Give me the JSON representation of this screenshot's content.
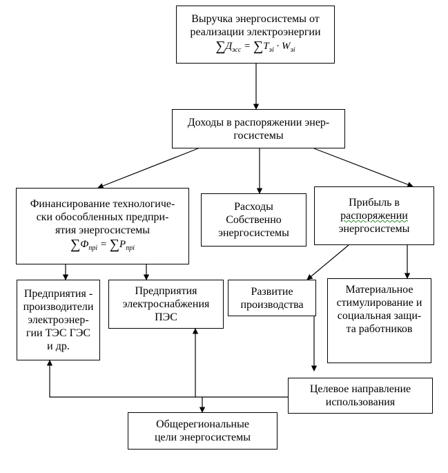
{
  "boxes": {
    "revenue": {
      "line1": "Выручка энергосистемы от",
      "line2": "реализации электроэнергии",
      "formula": {
        "sigma": "∑",
        "lhs": "Д",
        "lhs_sub": "эсс",
        "eq": " = ",
        "rhs_a": "Т",
        "rhs_a_sub": "эi",
        "dot": " · ",
        "rhs_b": "W",
        "rhs_b_sub": "эi"
      }
    },
    "income": {
      "line1": "Доходы в распоряжении энер-",
      "line2": "госистемы"
    },
    "financing": {
      "line1": "Финансирование технологиче-",
      "line2": "ски обособленных предпри-",
      "line3": "ятия энергосистемы",
      "formula": {
        "sigma": "∑",
        "lhs": "Ф",
        "lhs_sub": "пpi",
        "eq": " = ",
        "rhs": "P",
        "rhs_sub": "пpi"
      }
    },
    "expenses": {
      "line1": "Расходы",
      "line2": "Собственно",
      "line3": "энергосистемы"
    },
    "profit": {
      "line1": "Прибыль в",
      "line2": "распоряжении",
      "line3": "энергосистемы"
    },
    "producers": {
      "line1": "Предприятия -",
      "line2": "производители",
      "line3": "электроэнер-",
      "line4": "гии ТЭС ГЭС",
      "line5": "и др."
    },
    "supply": {
      "line1": "Предприятия",
      "line2": "электроснабжения",
      "line3": "ПЭС"
    },
    "development": {
      "line1": "Развитие",
      "line2": "производства"
    },
    "incentives": {
      "line1": "Материальное",
      "line2": "стимулирование и",
      "line3": "социальная защи-",
      "line4": "та работников"
    },
    "target": {
      "line1": "Целевое направление",
      "line2": "использования"
    },
    "regional": {
      "line1": "Общерегиональные",
      "line2": "цели энергосистемы"
    }
  }
}
